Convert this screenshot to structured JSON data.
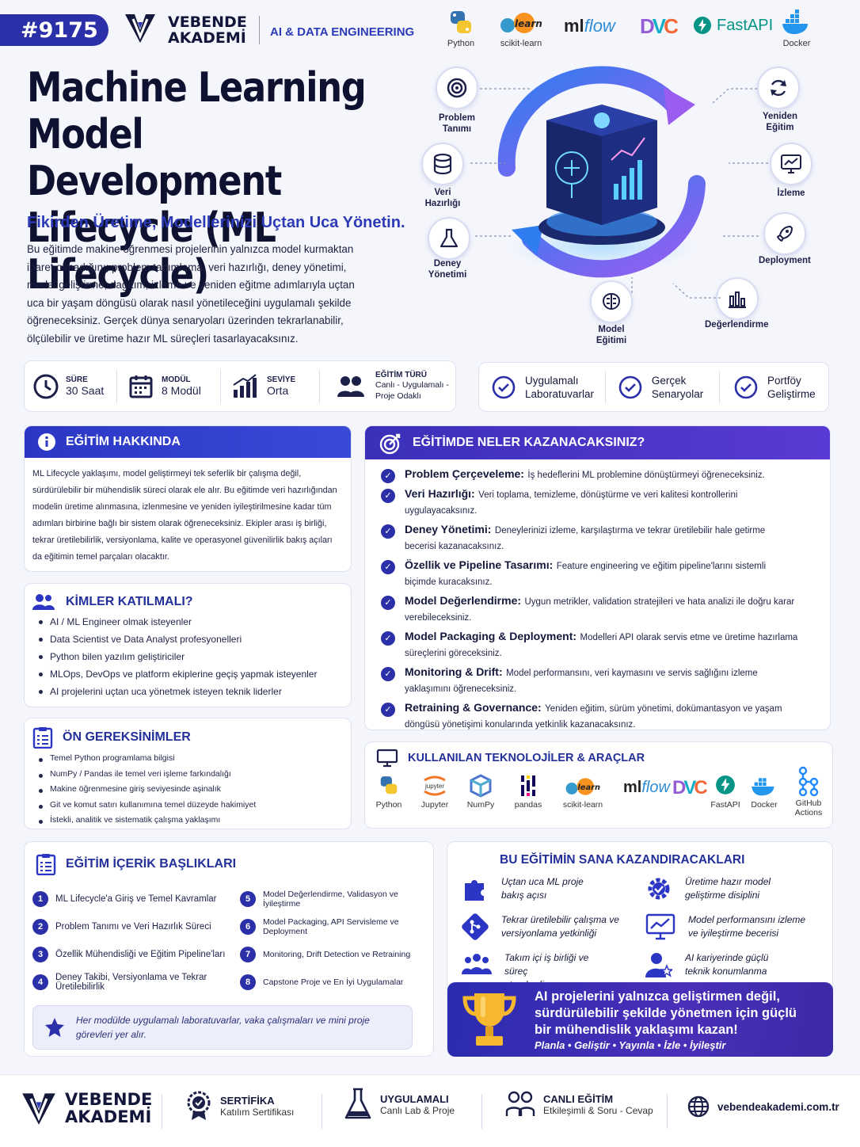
{
  "header": {
    "tag": "#9175",
    "brand_line1": "VEBENDE",
    "brand_line2": "AKADEMİ",
    "category": "AI & DATA ENGINEERING",
    "tech": [
      {
        "name": "Python",
        "label": "Python"
      },
      {
        "name": "scikit-learn",
        "label": "scikit-learn"
      },
      {
        "name": "mlflow",
        "label": ""
      },
      {
        "name": "DVC",
        "label": ""
      },
      {
        "name": "FastAPI",
        "label": ""
      },
      {
        "name": "Docker",
        "label": "Docker"
      }
    ],
    "logo_texts": {
      "mlflow_a": "ml",
      "mlflow_b": "flow",
      "dvc": "DVC",
      "fastapi": "FastAPI",
      "learn": "learn"
    }
  },
  "hero": {
    "title_l1": "Machine Learning",
    "title_l2": "Model Development",
    "title_l3": "Lifecycle (ML Lifecycle)",
    "subtitle": "Fikirden Üretime, Modellerinizi Uçtan Uca Yönetin.",
    "intro": "Bu eğitimde makine öğrenmesi projelerinin yalnızca model kurmaktan ibaret olmadığını; problem tanımlama, veri hazırlığı, deney yönetimi, model geliştirme, dağıtım, izleme ve yeniden eğitme adımlarıyla uçtan uca bir yaşam döngüsü olarak nasıl yönetileceğini uygulamalı şekilde öğreneceksiniz. Gerçek dünya senaryoları üzerinden tekrarlanabilir, ölçülebilir ve üretime hazır ML süreçleri tasarlayacaksınız."
  },
  "lifecycle": {
    "problem": "Problem Tanımı",
    "data": "Veri Hazırlığı",
    "experiment": "Deney Yönetimi",
    "training": "Model Eğitimi",
    "evaluation": "Değerlendirme",
    "deployment": "Deployment",
    "monitoring": "İzleme",
    "retraining": "Yeniden Eğitim"
  },
  "stats": [
    {
      "label": "SÜRE",
      "value": "30 Saat"
    },
    {
      "label": "MODÜL",
      "value": "8 Modül"
    },
    {
      "label": "SEVİYE",
      "value": "Orta"
    },
    {
      "label": "EĞİTİM TÜRÜ",
      "value": "Canlı - Uygulamalı - Proje Odaklı"
    }
  ],
  "features": [
    "Uygulamalı Laboratuvarlar",
    "Gerçek Senaryolar",
    "Portföy Geliştirme"
  ],
  "about": {
    "title": "EĞİTİM HAKKINDA",
    "text": "ML Lifecycle yaklaşımı, model geliştirmeyi tek seferlik bir çalışma değil, sürdürülebilir bir mühendislik süreci olarak ele alır. Bu eğitimde veri hazırlığından modelin üretime alınmasına, izlenmesine ve yeniden iyileştirilmesine kadar tüm adımları birbirine bağlı bir sistem olarak öğreneceksiniz. Ekipler arası iş birliği, tekrar üretilebilirlik, versiyonlama, kalite ve operasyonel güvenilirlik bakış açıları da eğitimin temel parçaları olacaktır."
  },
  "audience": {
    "title": "KİMLER KATILMALI?",
    "items": [
      "AI / ML Engineer olmak isteyenler",
      "Data Scientist ve Data Analyst profesyonelleri",
      "Python bilen yazılım geliştiriciler",
      "MLOps, DevOps ve platform ekiplerine geçiş yapmak isteyenler",
      "AI projelerini uçtan uca yönetmek isteyen teknik liderler"
    ]
  },
  "prereq": {
    "title": "ÖN GEREKSİNİMLER",
    "items": [
      "Temel Python programlama bilgisi",
      "NumPy / Pandas ile temel veri işleme farkındalığı",
      "Makine öğrenmesine giriş seviyesinde aşinalık",
      "Git ve komut satırı kullanımına temel düzeyde hakimiyet",
      "İstekli, analitik ve sistematik çalışma yaklaşımı"
    ]
  },
  "gains": {
    "title": "EĞİTİMDE NELER KAZANACAKSINIZ?",
    "items": [
      {
        "t": "Problem Çerçeveleme:",
        "d": "İş hedeflerini ML problemine dönüştürmeyi öğreneceksiniz."
      },
      {
        "t": "Veri Hazırlığı:",
        "d": "Veri toplama, temizleme, dönüştürme ve veri kalitesi kontrollerini uygulayacaksınız."
      },
      {
        "t": "Deney Yönetimi:",
        "d": "Deneylerinizi izleme, karşılaştırma ve tekrar üretilebilir hale getirme becerisi kazanacaksınız."
      },
      {
        "t": "Özellik ve Pipeline Tasarımı:",
        "d": "Feature engineering ve eğitim pipeline'larını sistemli biçimde kuracaksınız."
      },
      {
        "t": "Model Değerlendirme:",
        "d": "Uygun metrikler, validation stratejileri ve hata analizi ile doğru karar verebileceksiniz."
      },
      {
        "t": "Model Packaging & Deployment:",
        "d": "Modelleri API olarak servis etme ve üretime hazırlama süreçlerini göreceksiniz."
      },
      {
        "t": "Monitoring & Drift:",
        "d": "Model performansını, veri kaymasını ve servis sağlığını izleme yaklaşımını öğreneceksiniz."
      },
      {
        "t": "Retraining & Governance:",
        "d": "Yeniden eğitim, sürüm yönetimi, dokümantasyon ve yaşam döngüsü yönetişimi konularında yetkinlik kazanacaksınız."
      }
    ]
  },
  "tools": {
    "title": "KULLANILAN TEKNOLOJİLER & ARAÇLAR",
    "items": [
      "Python",
      "Jupyter",
      "NumPy",
      "pandas",
      "scikit-learn",
      "",
      "",
      "FastAPI",
      "Docker",
      "GitHub Actions"
    ],
    "jupyter_logo": "jupyter"
  },
  "topics": {
    "title": "EĞİTİM İÇERİK BAŞLIKLARI",
    "items": [
      "ML Lifecycle'a Giriş ve Temel Kavramlar",
      "Problem Tanımı ve Veri Hazırlık Süreci",
      "Özellik Mühendisliği ve Eğitim Pipeline'ları",
      "Deney Takibi, Versiyonlama ve Tekrar Üretilebilirlik",
      "Model Değerlendirme, Validasyon ve İyileştirme",
      "Model Packaging, API Servisleme ve Deployment",
      "Monitoring, Drift Detection ve Retraining",
      "Capstone Proje ve En İyi Uygulamalar"
    ],
    "note": "Her modülde uygulamalı laboratuvarlar, vaka çalışmaları ve mini proje görevleri yer alır."
  },
  "benefits": {
    "title": "BU EĞİTİMİN SANA KAZANDIRACAKLARI",
    "items": [
      "Uçtan uca ML proje bakış açısı",
      "Üretime hazır model geliştirme disiplini",
      "Tekrar üretilebilir çalışma ve versiyonlama yetkinliği",
      "Model performansını izleme ve iyileştirme becerisi",
      "Takım içi iş birliği ve süreç standardizasyonu",
      "AI kariyerinde güçlü teknik konumlanma"
    ]
  },
  "cta": {
    "text": "AI projelerini yalnızca geliştirmen değil, sürdürülebilir şekilde yönetmen için güçlü bir mühendislik yaklaşımı kazan!",
    "steps": "Planla • Geliştir • Yayınla • İzle • İyileştir"
  },
  "footer": {
    "brand1": "VEBENDE",
    "brand2": "AKADEMİ",
    "cert_t": "SERTİFİKA",
    "cert_s": "Katılım Sertifikası",
    "lab_t": "UYGULAMALI",
    "lab_s": "Canlı Lab & Proje",
    "live_t": "CANLI EĞİTİM",
    "live_s": "Etkileşimli & Soru - Cevap",
    "web": "vebendeakademi.com.tr"
  }
}
